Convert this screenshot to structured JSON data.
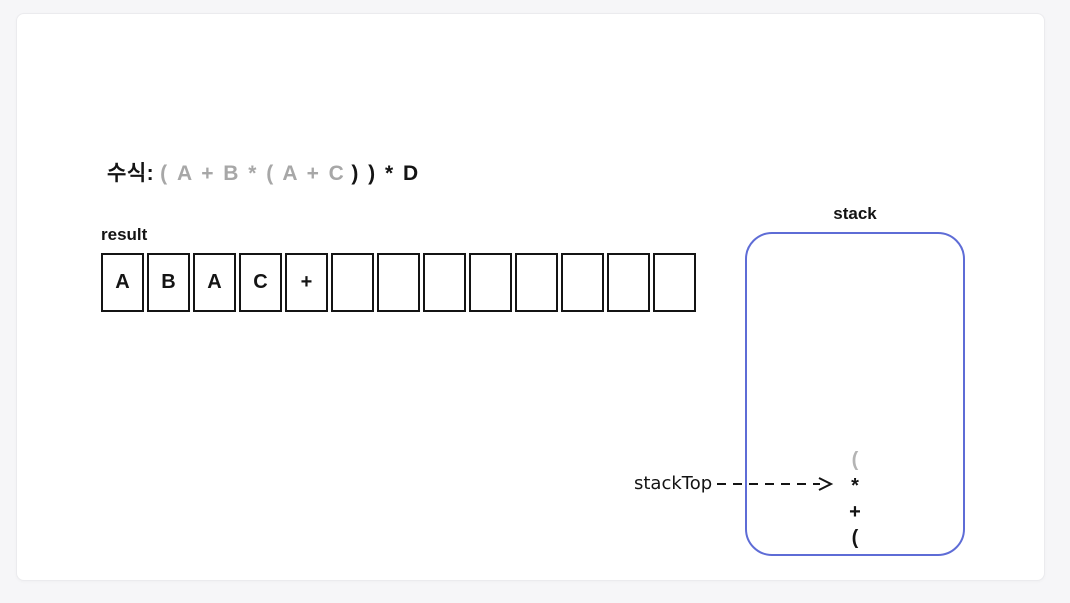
{
  "expression": {
    "label": "수식:",
    "processed_tokens": "( A + B * ( A + C",
    "remaining_tokens": ") ) * D"
  },
  "result": {
    "label": "result",
    "cells": [
      "A",
      "B",
      "A",
      "C",
      "+",
      "",
      "",
      "",
      "",
      "",
      "",
      "",
      ""
    ]
  },
  "stack": {
    "label": "stack",
    "popped_item": "(",
    "items": [
      "*",
      "+",
      "("
    ],
    "pointer_label": "stackTop"
  },
  "colors": {
    "accent_blue": "#5e6cd6",
    "muted_gray": "#a7a7a7",
    "popped_gray": "#b4b4b4",
    "text": "#141414"
  }
}
